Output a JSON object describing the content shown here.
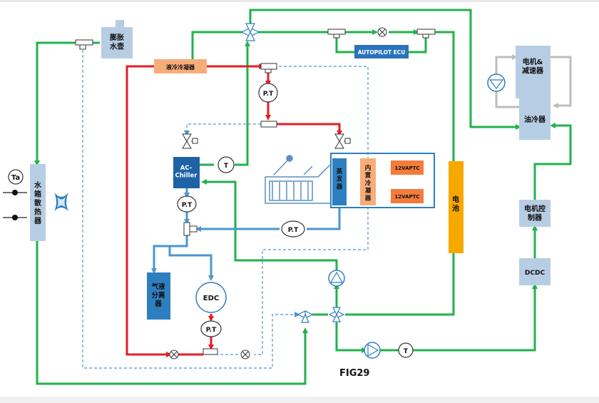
{
  "figure_label": "FIG29",
  "components": {
    "expansion_tank": "膨胀\n水壶",
    "water_cooled_condenser": "液冷冷凝器",
    "autopilot_ecu": "AUTOPILOT ECU",
    "motor_reducer": "电机&\n减速器",
    "oil_cooler": "油冷器",
    "ac_chiller": "AC-\nChiller",
    "evaporator": "蒸\n发\n器",
    "inner_condenser": "内\n置\n冷\n凝\n器",
    "ptc_upper": "12VAPTC",
    "ptc_lower": "12VAPTC",
    "battery": "电\n池",
    "motor_controller": "电机控\n制器",
    "dcdc": "DCDC",
    "radiator": "水\n箱\n散\n热\n器",
    "gas_liquid_separator": "气液\n分离\n器",
    "edc": "EDC",
    "ambient_temp": "Ta"
  },
  "sensors": {
    "pt": "P.T",
    "t": "T"
  },
  "colors": {
    "coolant": "#21b24b",
    "refrigerant_hot": "#e31e24",
    "refrigerant_cold": "#4a96d0",
    "oil": "#bdbdbd",
    "box_light": "#b7cde3",
    "box_blue": "#2e7fc0",
    "box_orange": "#f7ad7a",
    "box_yellow": "#f7a800",
    "ptc": "#f47b3c"
  }
}
